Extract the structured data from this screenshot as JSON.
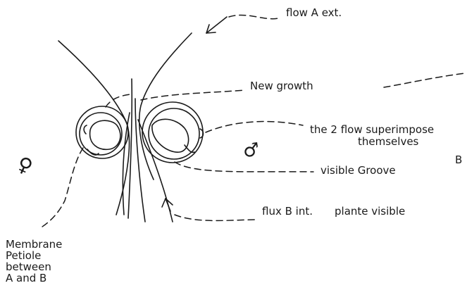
{
  "labels": {
    "flow_a_ext": "flow A ext.",
    "new_growth": "New growth",
    "superimpose_line1": "the 2 flow superimpose",
    "superimpose_line2": "themselves",
    "b": "B",
    "visible_groove": "visible Groove",
    "flux_b_int": "flux B int.",
    "plante_visible": "plante visible",
    "membrane_lines": [
      "Membrane",
      "Petiole",
      "between",
      "A and B"
    ]
  },
  "symbols": {
    "female": "♀",
    "male": "♂"
  },
  "colors": {
    "ink": "#1a1a1a",
    "background": "#ffffff"
  }
}
